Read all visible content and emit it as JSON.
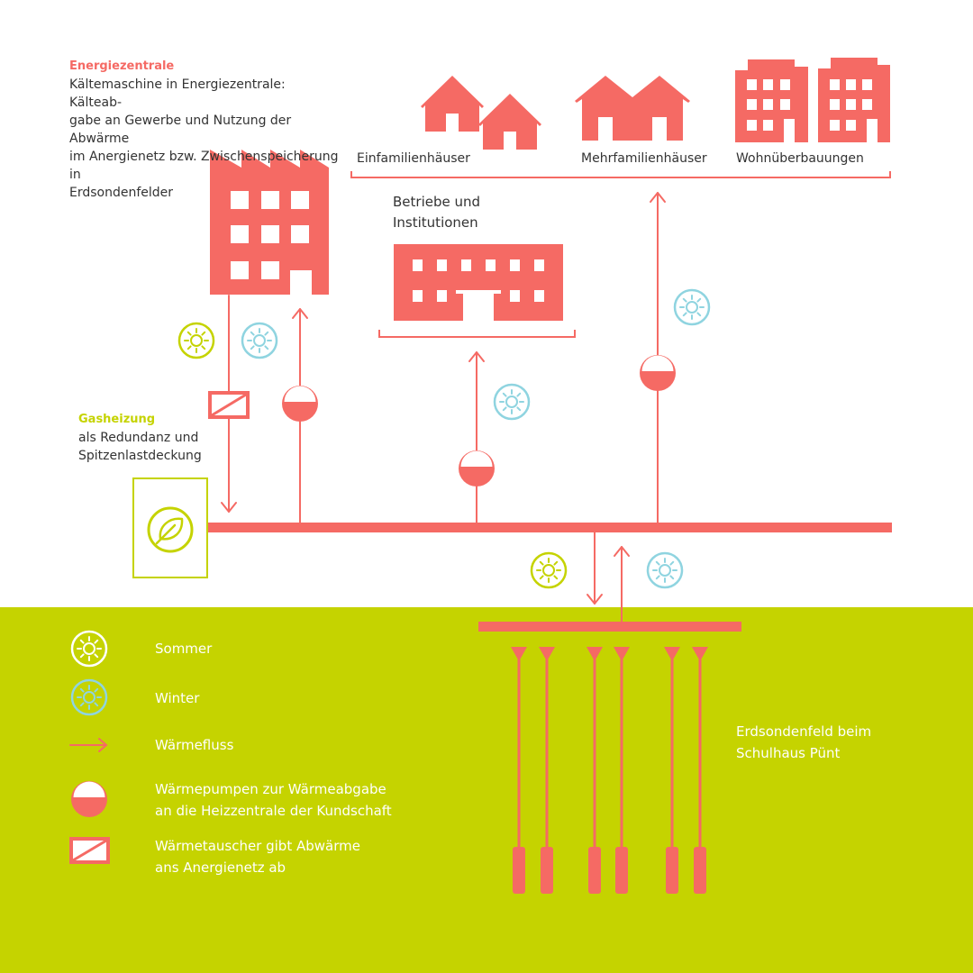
{
  "colors": {
    "accent": "#f56a64",
    "green": "#c5d300",
    "summer": "#c5d300",
    "winter": "#8fd4e0",
    "text": "#333333",
    "white": "#ffffff"
  },
  "energiezentrale": {
    "title": "Energiezentrale",
    "line1": "Kältemaschine in Energiezentrale: Kälteab-",
    "line2": "gabe an Gewerbe und Nutzung der Abwärme",
    "line3": "im Anergienetz bzw. Zwischenspeicherung in",
    "line4": "Erdsondenfelder"
  },
  "gasheizung": {
    "title": "Gasheizung",
    "line1": "als Redundanz und",
    "line2": "Spitzenlastdeckung"
  },
  "buildings": {
    "efh": "Einfamilienhäuser",
    "mfh": "Mehrfamilienhäuser",
    "wohn": "Wohnüberbauungen",
    "betriebe_line1": "Betriebe und",
    "betriebe_line2": "Institutionen"
  },
  "legend": {
    "sommer": "Sommer",
    "winter": "Winter",
    "waermefluss": "Wärmefluss",
    "wp_line1": "Wärmepumpen zur Wärmeabgabe",
    "wp_line2": "an die Heizzentrale der Kundschaft",
    "wt_line1": "Wärmetauscher gibt Abwärme",
    "wt_line2": "ans Anergienetz ab"
  },
  "erdsondenfeld": {
    "line1": "Erdsondenfeld beim",
    "line2": "Schulhaus Pünt"
  }
}
